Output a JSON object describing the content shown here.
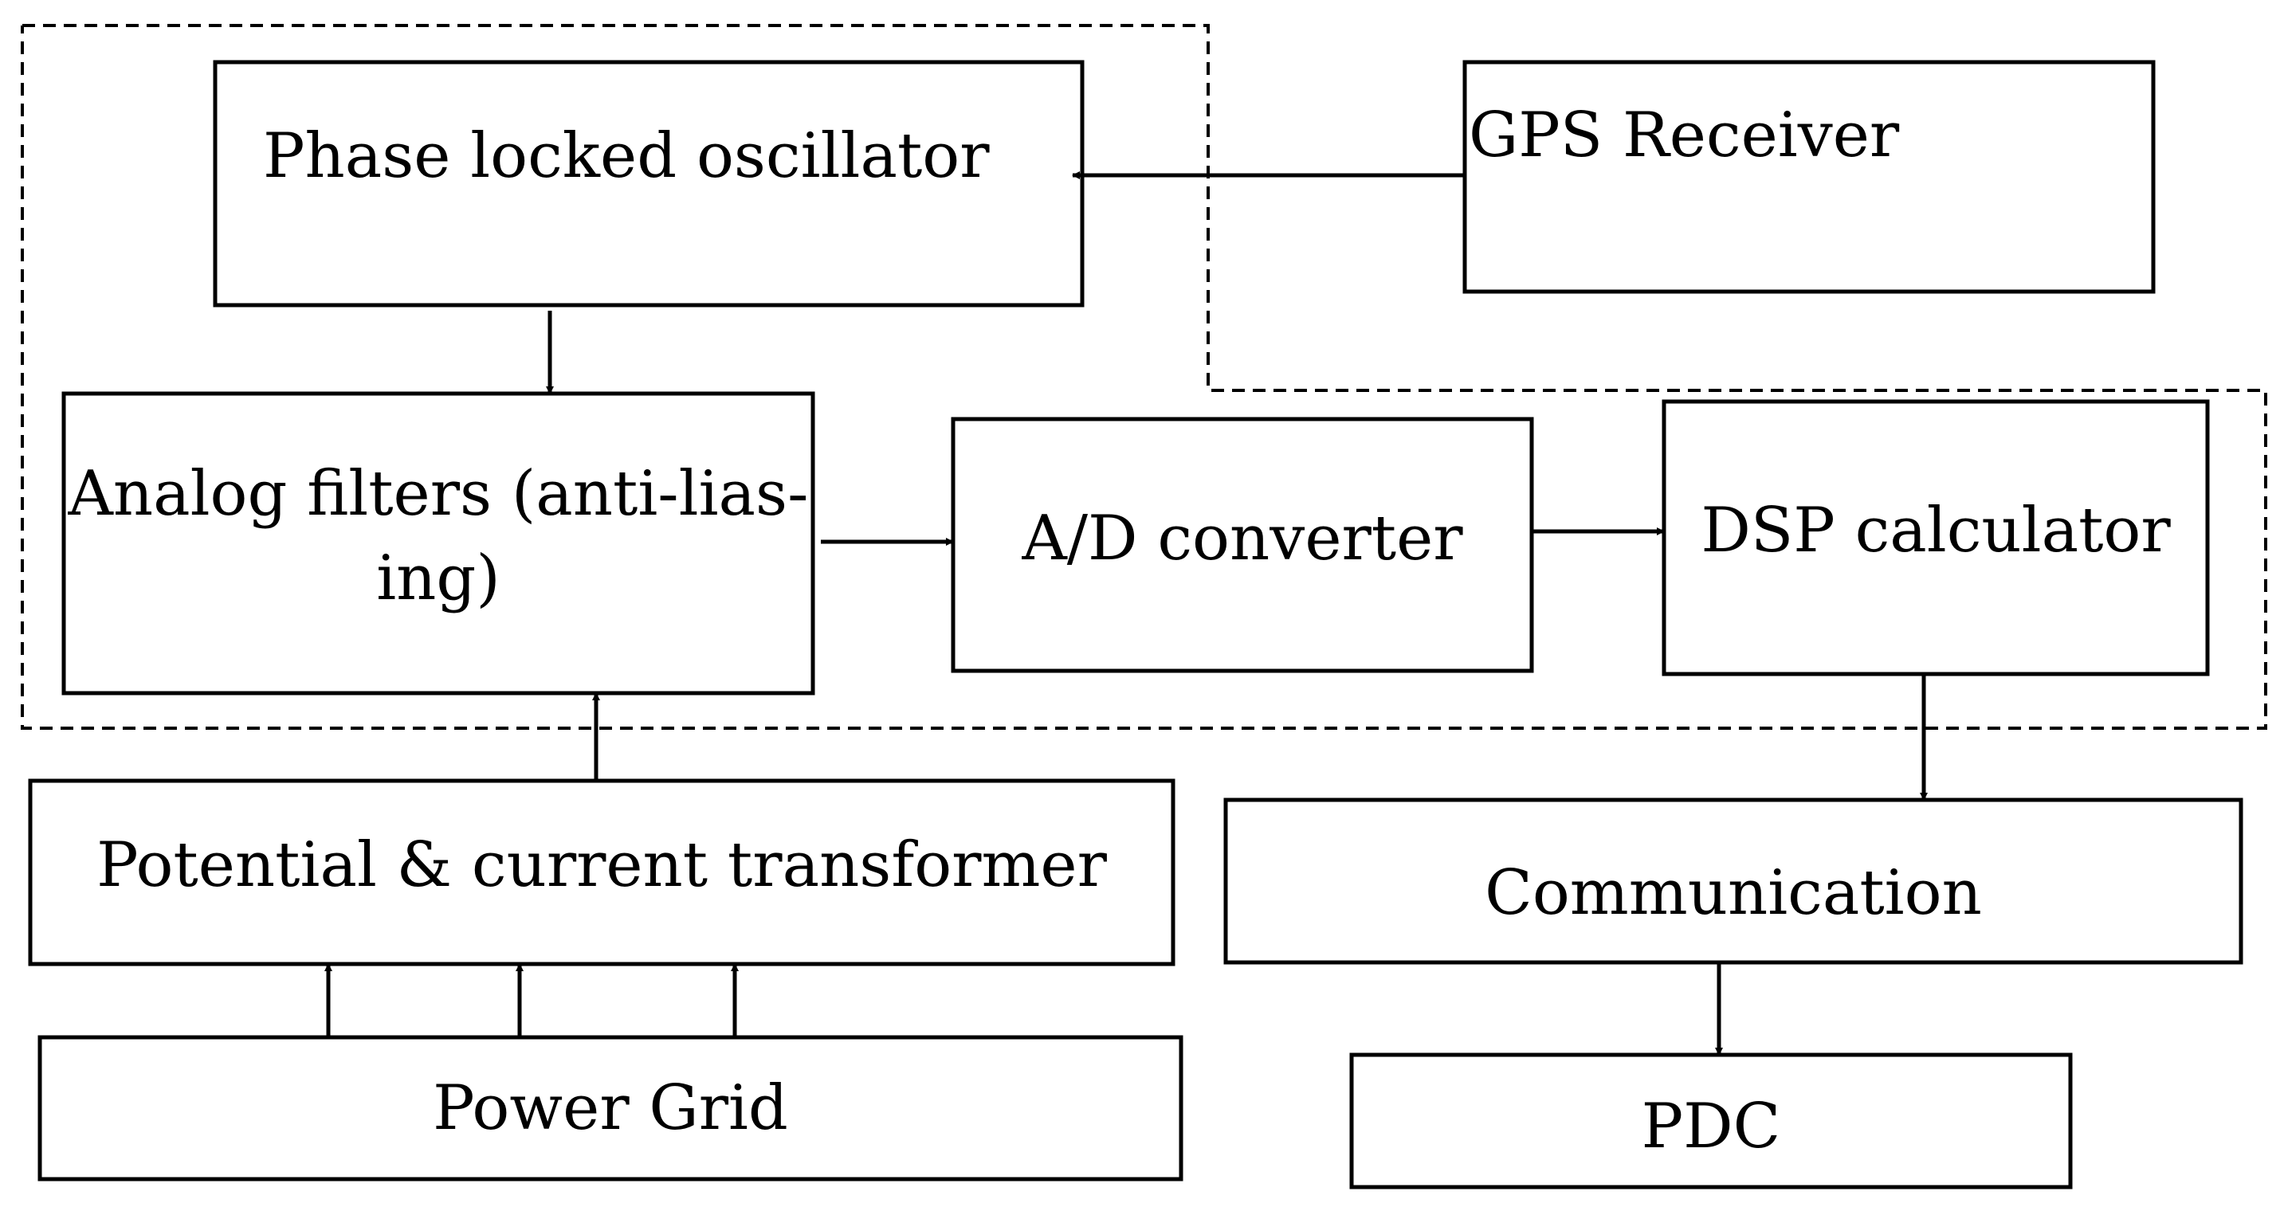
{
  "diagram": {
    "nodes": {
      "phase_locked_oscillator": {
        "label": "Phase locked oscillator"
      },
      "gps_receiver": {
        "label": "GPS Receiver"
      },
      "analog_filters": {
        "label_line1": "Analog filters (anti-lias-",
        "label_line2": "ing)"
      },
      "ad_converter": {
        "label": "A/D converter"
      },
      "dsp_calculator": {
        "label": "DSP calculator"
      },
      "potential_current_transformer": {
        "label": "Potential & current transformer"
      },
      "communication": {
        "label": "Communication"
      },
      "power_grid": {
        "label": "Power Grid"
      },
      "pdc": {
        "label": "PDC"
      }
    },
    "edges": [
      {
        "from": "gps_receiver",
        "to": "phase_locked_oscillator"
      },
      {
        "from": "phase_locked_oscillator",
        "to": "analog_filters"
      },
      {
        "from": "analog_filters",
        "to": "ad_converter"
      },
      {
        "from": "ad_converter",
        "to": "dsp_calculator"
      },
      {
        "from": "dsp_calculator",
        "to": "communication"
      },
      {
        "from": "communication",
        "to": "pdc"
      },
      {
        "from": "potential_current_transformer",
        "to": "analog_filters"
      },
      {
        "from": "power_grid",
        "to": "potential_current_transformer"
      },
      {
        "from": "power_grid",
        "to": "potential_current_transformer"
      },
      {
        "from": "power_grid",
        "to": "potential_current_transformer"
      }
    ],
    "colors": {
      "stroke": "#000000",
      "background": "#ffffff"
    }
  }
}
